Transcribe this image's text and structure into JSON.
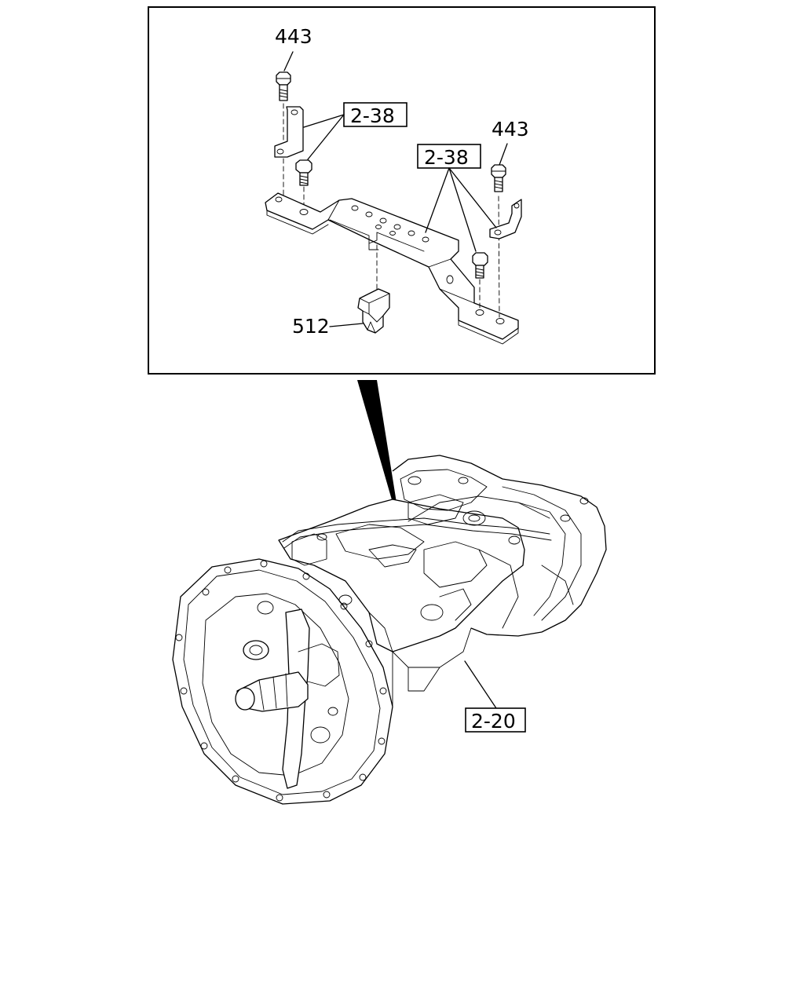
{
  "callouts": {
    "bolt_top_left": "443",
    "bolt_top_right": "443",
    "bracket_ref_left": "2-38",
    "bracket_ref_right": "2-38",
    "mount": "512",
    "transmission_ref": "2-20"
  },
  "icons": {
    "bolt": "bolt-icon",
    "bracket": "crossmember-bracket-icon",
    "mount": "rubber-mount-icon",
    "transmission": "transmission-assembly-icon"
  }
}
